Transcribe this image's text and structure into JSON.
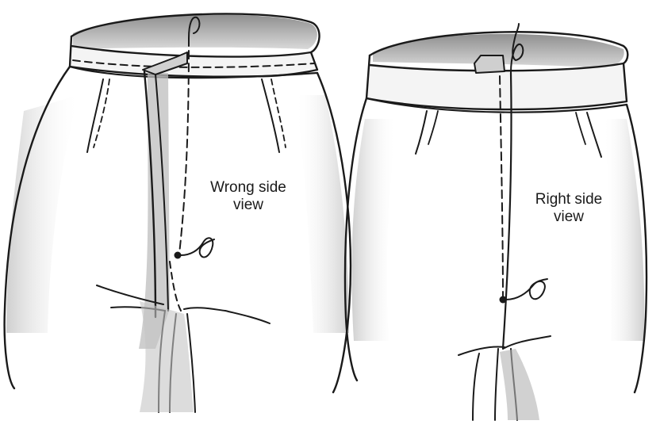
{
  "labels": {
    "wrong_side": {
      "line1": "Wrong side",
      "line2": "view"
    },
    "right_side": {
      "line1": "Right side",
      "line2": "view"
    }
  },
  "colors": {
    "ink": "#1a1a1a",
    "shade": "#c8c8c8",
    "shade_dark": "#9a9a9a",
    "waistband_inner": "#b5b5b5"
  }
}
